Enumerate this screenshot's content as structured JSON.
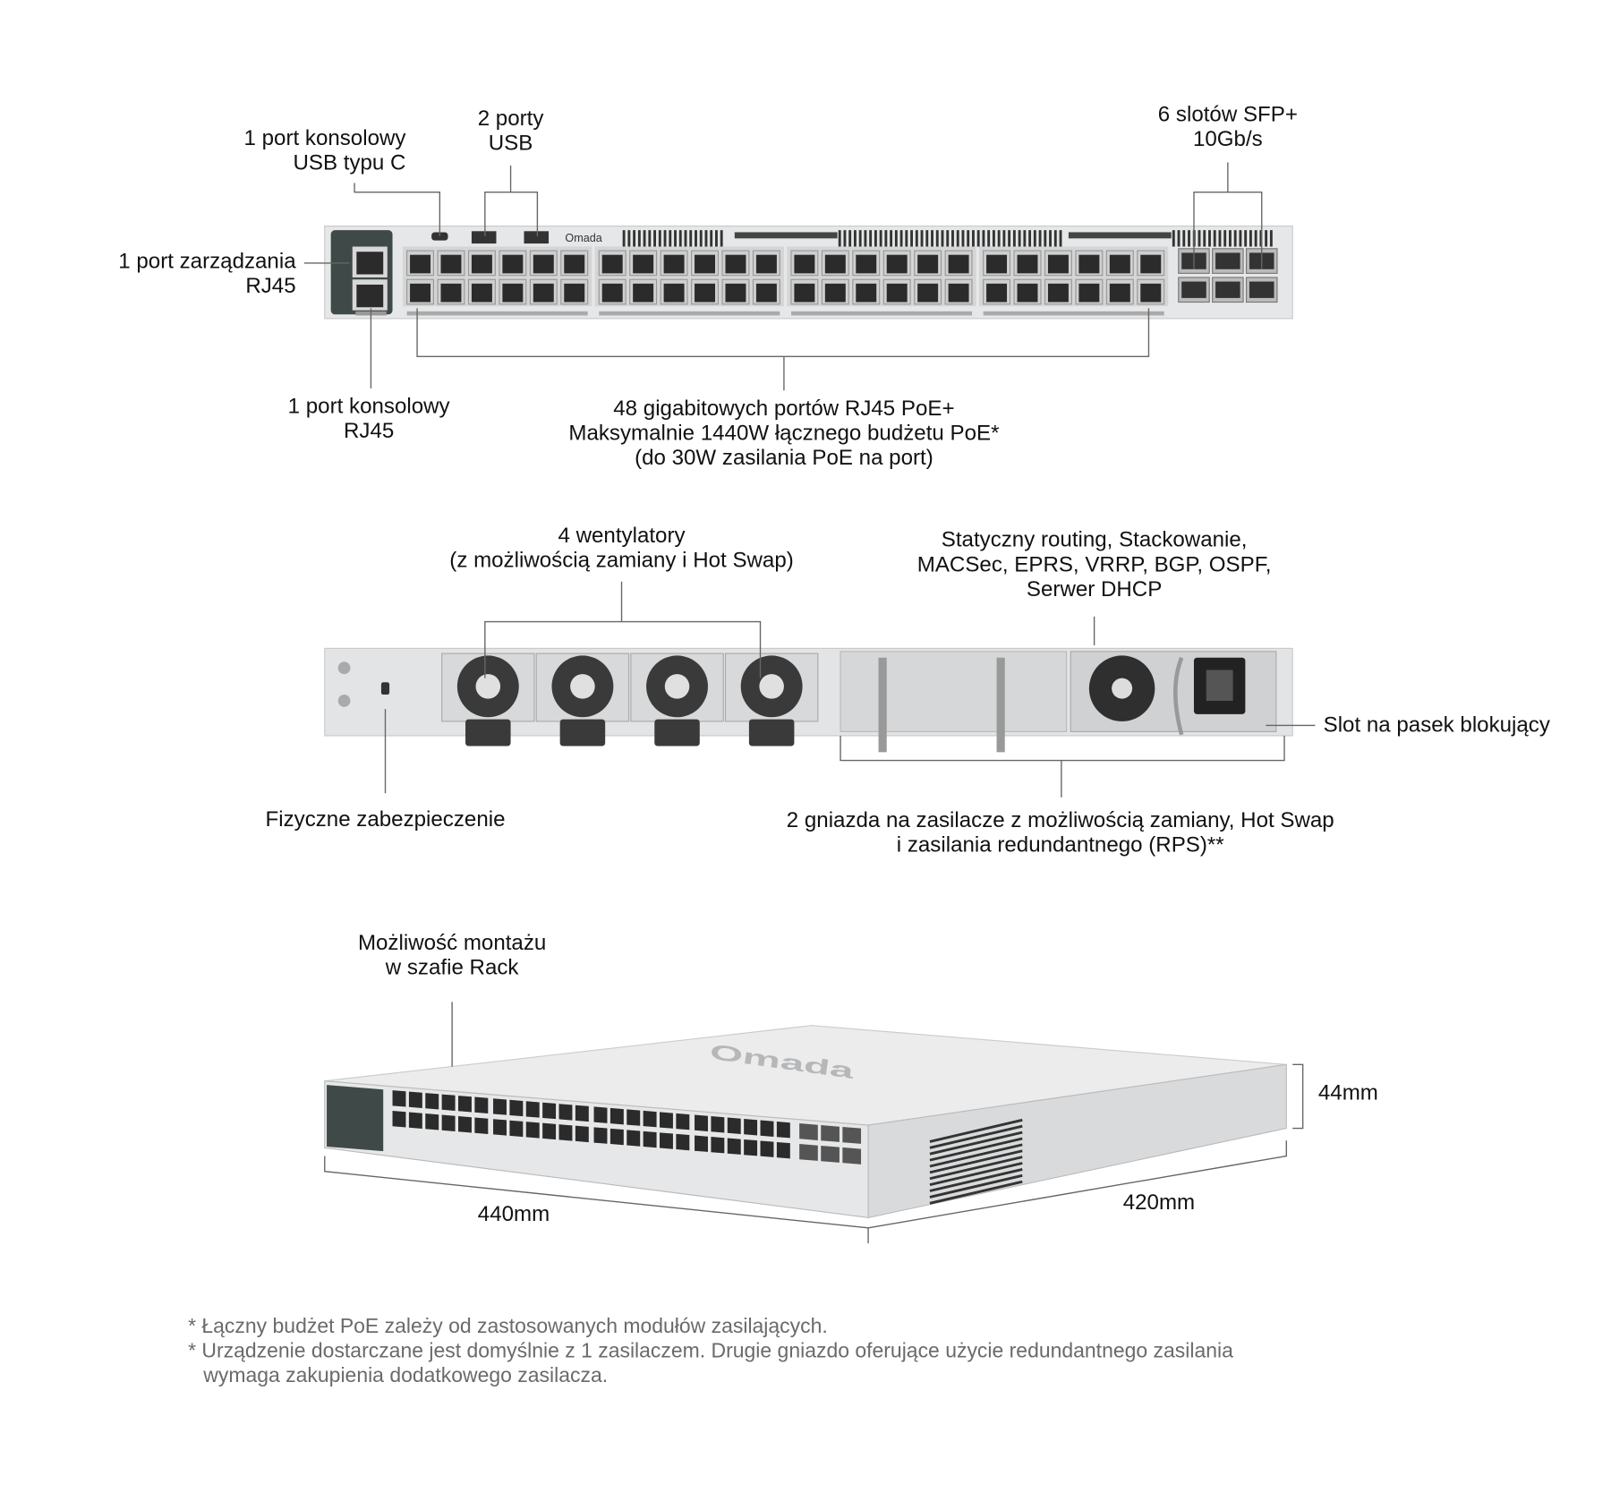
{
  "front_view": {
    "usb_c_console": [
      "1 port konsolowy",
      "USB typu C"
    ],
    "usb_ports": [
      "2 porty",
      "USB"
    ],
    "sfp_slots": [
      "6 slotów SFP+",
      "10Gb/s"
    ],
    "management_port": [
      "1 port zarządzania",
      "RJ45"
    ],
    "rj45_console": [
      "1 port konsolowy",
      "RJ45"
    ],
    "poe_ports": [
      "48 gigabitowych portów RJ45 PoE+",
      "Maksymalnie 1440W łącznego budżetu PoE*",
      "(do 30W zasilania PoE na port)"
    ],
    "logo": "Omada"
  },
  "rear_view": {
    "fans": [
      "4 wentylatory",
      "(z możliwością zamiany i Hot Swap)"
    ],
    "features": [
      "Statyczny routing, Stackowanie,",
      "MACSec, EPRS, VRRP, BGP, OSPF,",
      "Serwer DHCP"
    ],
    "lock_slot": "Slot na pasek blokujący",
    "physical_security": "Fizyczne zabezpieczenie",
    "psu_slots": [
      "2 gniazda na zasilacze z możliwością zamiany, Hot Swap",
      "i zasilania redundantnego (RPS)**"
    ]
  },
  "iso_view": {
    "rack_mount": [
      "Możliwość montażu",
      "w szafie Rack"
    ],
    "height": "44mm",
    "width": "440mm",
    "depth": "420mm",
    "logo": "Omada"
  },
  "footnotes": [
    "* Łączny budżet PoE zależy od zastosowanych modułów zasilających.",
    "* Urządzenie dostarczane jest domyślnie z 1 zasilaczem. Drugie gniazdo oferujące użycie redundantnego zasilania",
    "wymaga zakupienia dodatkowego zasilacza."
  ],
  "colors": {
    "chassis": "#e6e7e8",
    "panel": "#3f4a48",
    "port": "#2b2b2b",
    "line": "#555555",
    "footnote": "#6a6a6a"
  }
}
